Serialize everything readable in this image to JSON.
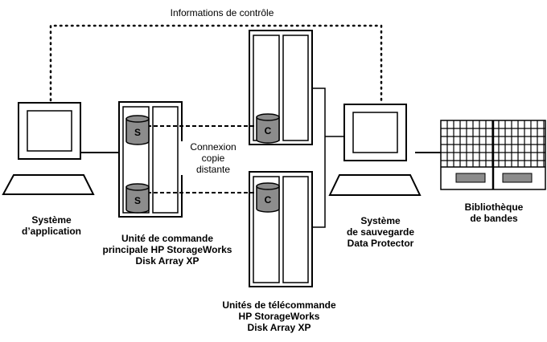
{
  "labels": {
    "control_info": "Informations de contrôle",
    "connection": [
      "Connexion",
      "copie",
      "distante"
    ],
    "app_system": [
      "Système",
      "d’application"
    ],
    "main_unit": [
      "Unité de commande",
      "principale HP StorageWorks",
      "Disk Array XP"
    ],
    "remote_units": [
      "Unités de télécommande",
      "HP StorageWorks",
      "Disk Array XP"
    ],
    "backup_system": [
      "Système",
      "de sauvegarde",
      "Data Protector"
    ],
    "tape_library": [
      "Bibliothèque",
      "de bandes"
    ]
  },
  "disk_letters": {
    "source_top": "S",
    "source_bottom": "S",
    "copy_top": "C",
    "copy_bottom": "C"
  },
  "colors": {
    "line": "#000000",
    "disk_fill": "#8c8c8c",
    "tape_slot": "#8c8c8c",
    "background": "#ffffff"
  }
}
